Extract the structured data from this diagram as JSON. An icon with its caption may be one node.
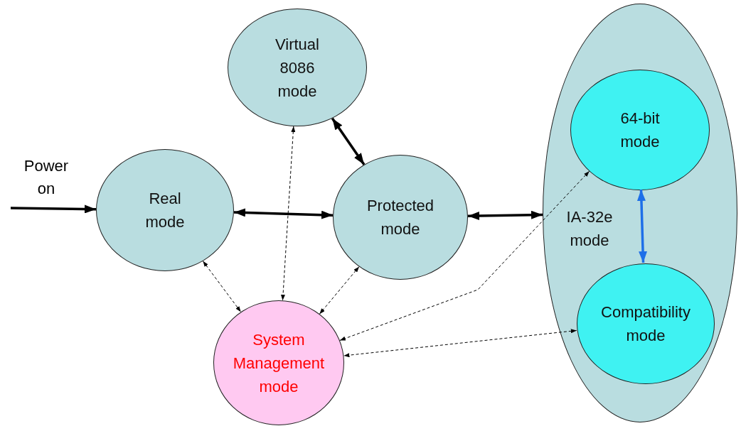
{
  "diagram": {
    "nodes": [
      {
        "text": [
          "Real mode"
        ]
      },
      {
        "text": [
          "Virtual 8086 mode"
        ]
      },
      {
        "text": [
          "Protected mode"
        ]
      },
      {
        "text": [
          "System Management mode"
        ]
      },
      {
        "text": [
          "IA-32e mode"
        ]
      },
      {
        "text": [
          "64-bit mode"
        ],
        "in": 4
      },
      {
        "text": [
          "Compatibility mode"
        ],
        "in": 4
      }
    ],
    "edges": [
      {
        "from": null,
        "to": 0,
        "arrow": "to",
        "label": "Power on",
        "style": "thick"
      },
      {
        "from": 0,
        "to": 2,
        "arrow": "both",
        "style": "thick"
      },
      {
        "from": 1,
        "to": 2,
        "arrow": "both",
        "style": "thick"
      },
      {
        "from": 2,
        "to": 4,
        "arrow": "both",
        "style": "thick"
      },
      {
        "from": 5,
        "to": 6,
        "arrow": "both",
        "style": "thick",
        "color": "#1e6fe8"
      },
      {
        "from": 0,
        "to": 3,
        "arrow": "both",
        "style": "dashed"
      },
      {
        "from": 1,
        "to": 3,
        "arrow": "both",
        "style": "dashed"
      },
      {
        "from": 2,
        "to": 3,
        "arrow": "both",
        "style": "dashed"
      },
      {
        "from": 5,
        "to": 3,
        "arrow": "both",
        "style": "dashed"
      },
      {
        "from": 6,
        "to": 3,
        "arrow": "both",
        "style": "dashed"
      }
    ]
  }
}
